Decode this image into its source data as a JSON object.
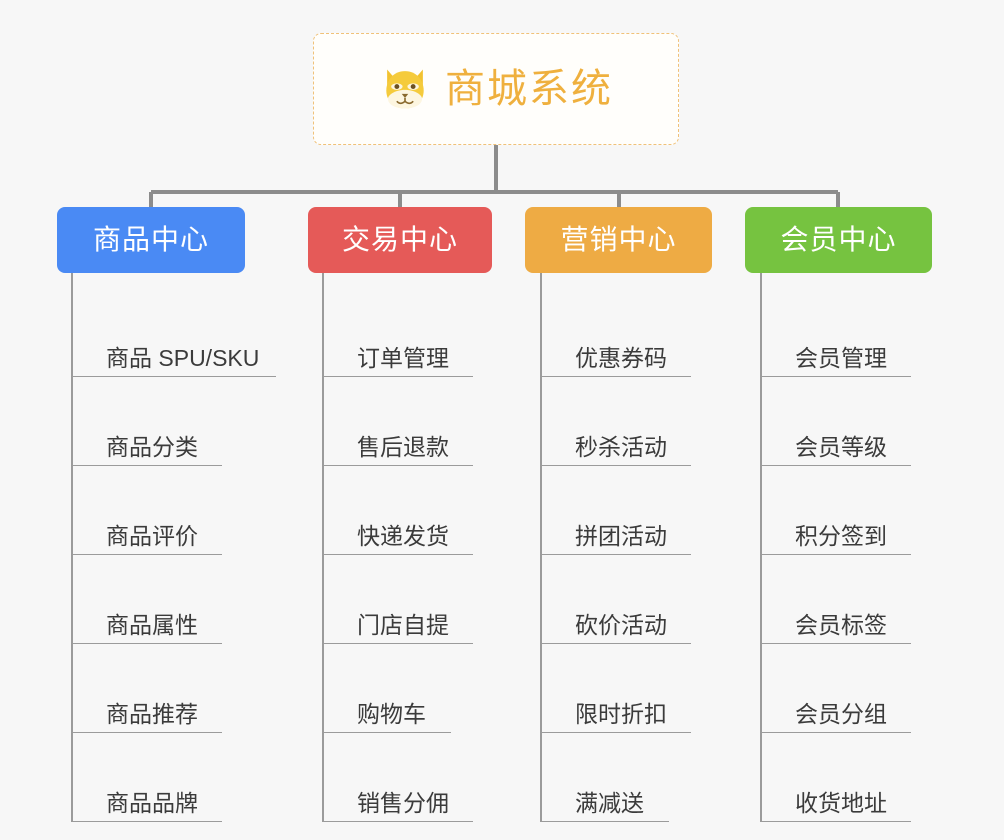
{
  "diagram": {
    "title": "商城系统 功能结构图",
    "background_color": "#f7f7f7"
  },
  "root": {
    "label": "商城系统",
    "icon": "shiba-dog-face-icon",
    "text_color": "#efb03e",
    "border_color": "#f0c178",
    "background_color": "#fffefb"
  },
  "connector": {
    "color": "#8c8c8c",
    "leaf_line_color": "#9b9b9b"
  },
  "columns": [
    {
      "label": "商品中心",
      "color": "#4a8af4",
      "text_color": "#ffffff",
      "items": [
        "商品 SPU/SKU",
        "商品分类",
        "商品评价",
        "商品属性",
        "商品推荐",
        "商品品牌"
      ]
    },
    {
      "label": "交易中心",
      "color": "#e55a58",
      "text_color": "#ffffff",
      "items": [
        "订单管理",
        "售后退款",
        "快递发货",
        "门店自提",
        "购物车",
        "销售分佣"
      ]
    },
    {
      "label": "营销中心",
      "color": "#eeab44",
      "text_color": "#ffffff",
      "items": [
        "优惠券码",
        "秒杀活动",
        "拼团活动",
        "砍价活动",
        "限时折扣",
        "满减送"
      ]
    },
    {
      "label": "会员中心",
      "color": "#76c340",
      "text_color": "#ffffff",
      "items": [
        "会员管理",
        "会员等级",
        "积分签到",
        "会员标签",
        "会员分组",
        "收货地址"
      ]
    }
  ]
}
